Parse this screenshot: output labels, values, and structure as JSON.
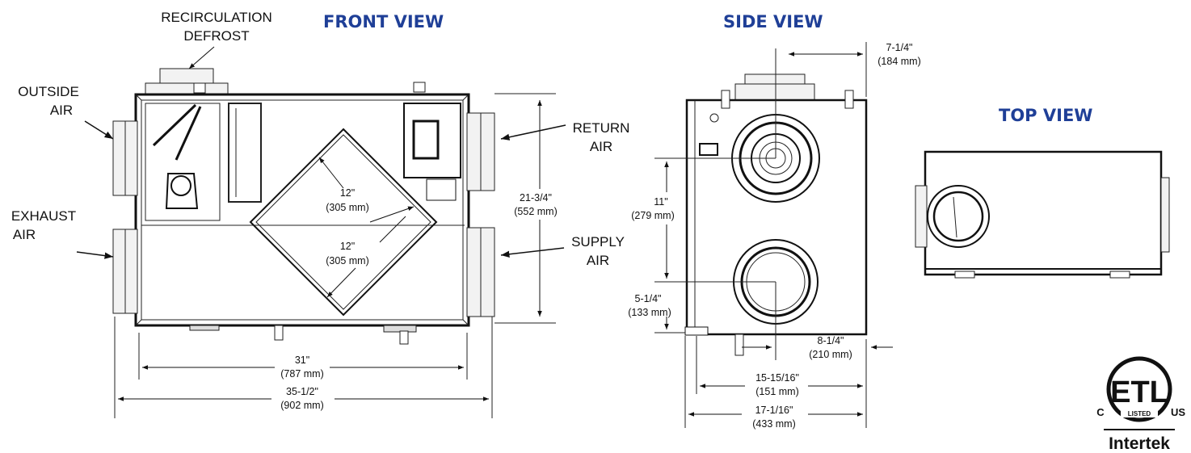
{
  "views": {
    "front": "FRONT VIEW",
    "side": "SIDE VIEW",
    "top": "TOP VIEW"
  },
  "labels": {
    "recirc_line1": "RECIRCULATION",
    "recirc_line2": "DEFROST",
    "outside_line1": "OUTSIDE",
    "outside_line2": "AIR",
    "exhaust_line1": "EXHAUST",
    "exhaust_line2": "AIR",
    "return_line1": "RETURN",
    "return_line2": "AIR",
    "supply_line1": "SUPPLY",
    "supply_line2": "AIR"
  },
  "dimensions": {
    "front_height_in": "21-3/4\"",
    "front_height_mm": "(552 mm)",
    "core_a_in": "12\"",
    "core_a_mm": "(305 mm)",
    "core_b_in": "12\"",
    "core_b_mm": "(305 mm)",
    "inner_width_in": "31\"",
    "inner_width_mm": "(787 mm)",
    "outer_width_in": "35-1/2\"",
    "outer_width_mm": "(902 mm)",
    "side_top_offset_in": "7-1/4\"",
    "side_top_offset_mm": "(184 mm)",
    "side_port_spacing_in": "11\"",
    "side_port_spacing_mm": "(279 mm)",
    "side_bottom_offset_in": "5-1/4\"",
    "side_bottom_offset_mm": "(133 mm)",
    "side_drain_offset_in": "8-1/4\"",
    "side_drain_offset_mm": "(210 mm)",
    "side_inner_width_in": "15-15/16\"",
    "side_inner_width_mm": "(151 mm)",
    "side_outer_width_in": "17-1/16\"",
    "side_outer_width_mm": "(433 mm)"
  },
  "certification": {
    "mark": "ETL",
    "left": "C",
    "right": "US",
    "listed": "LISTED",
    "brand": "Intertek",
    "colors": {
      "ink": "#111111"
    }
  },
  "colors": {
    "title": "#1f3f97",
    "line": "#111111"
  }
}
